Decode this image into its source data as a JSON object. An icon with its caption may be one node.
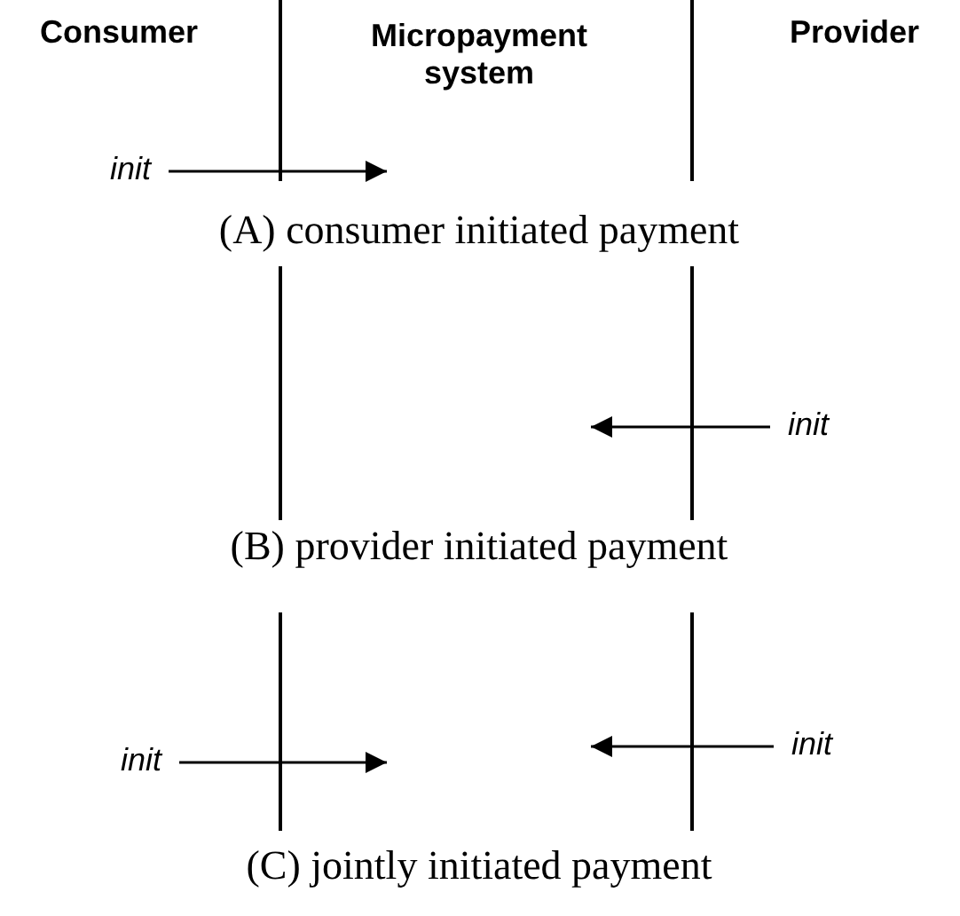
{
  "diagram": {
    "nodes": [
      {
        "text": [
          "init"
        ]
      },
      {
        "text": [
          "init"
        ]
      },
      {
        "text": [
          "init"
        ]
      },
      {
        "text": [
          "init"
        ]
      }
    ],
    "edges": [
      {
        "from": 0,
        "to": null,
        "arrow": "to"
      },
      {
        "from": 1,
        "to": null,
        "arrow": "to"
      },
      {
        "from": 2,
        "to": null,
        "arrow": "to"
      },
      {
        "from": 3,
        "to": null,
        "arrow": "to"
      }
    ],
    "labels": [
      "Consumer",
      "Micropayment system",
      "Provider",
      "(A) consumer initiated payment",
      "(B) provider initiated payment",
      "(C) jointly initiated payment"
    ]
  }
}
